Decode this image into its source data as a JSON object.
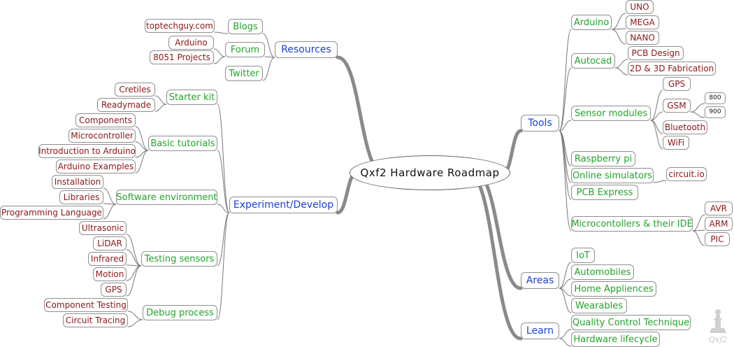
{
  "title": "Qxf2 Hardware Roadmap",
  "logo_text": "Qxf2",
  "branches": {
    "resources": {
      "label": "Resources",
      "children": {
        "blogs": {
          "label": "Blogs",
          "items": [
            "toptechguy.com"
          ]
        },
        "forum": {
          "label": "Forum",
          "items": [
            "Arduino",
            "8051 Projects"
          ]
        },
        "twitter": {
          "label": "Twitter"
        }
      }
    },
    "experiment": {
      "label": "Experiment/Develop",
      "children": {
        "starter": {
          "label": "Starter kit",
          "items": [
            "Cretiles",
            "Readymade"
          ]
        },
        "basic": {
          "label": "Basic tutorials",
          "items": [
            "Components",
            "Microcontroller",
            "Introduction to Arduino",
            "Arduino Examples"
          ]
        },
        "software": {
          "label": "Software environment",
          "items": [
            "Installation",
            "Libraries",
            "Programming Language"
          ]
        },
        "testing": {
          "label": "Testing sensors",
          "items": [
            "Ultrasonic",
            "LiDAR",
            "Infrared",
            "Motion",
            "GPS"
          ]
        },
        "debug": {
          "label": "Debug process",
          "items": [
            "Component Testing",
            "Circuit Tracing"
          ]
        }
      }
    },
    "tools": {
      "label": "Tools",
      "children": {
        "arduino": {
          "label": "Arduino",
          "items": [
            "UNO",
            "MEGA",
            "NANO"
          ]
        },
        "autocad": {
          "label": "Autocad",
          "items": [
            "PCB Design",
            "2D & 3D Fabrication"
          ]
        },
        "sensor": {
          "label": "Sensor modules",
          "items": [
            "GPS",
            "GSM",
            "Bluetooth",
            "WiFi"
          ],
          "gsm_items": [
            "800",
            "900"
          ]
        },
        "raspberry": {
          "label": "Raspberry pi"
        },
        "online": {
          "label": "Online simulators",
          "items": [
            "circuit.io"
          ]
        },
        "pcbexpress": {
          "label": "PCB Express"
        },
        "micro": {
          "label": "Microcontollers & their IDE",
          "items": [
            "AVR",
            "ARM",
            "PIC"
          ]
        }
      }
    },
    "areas": {
      "label": "Areas",
      "items": [
        "IoT",
        "Automobiles",
        "Home Appliences",
        "Wearables"
      ]
    },
    "learn": {
      "label": "Learn",
      "items": [
        "Quality Control Technique",
        "Hardware lifecycle"
      ]
    }
  }
}
